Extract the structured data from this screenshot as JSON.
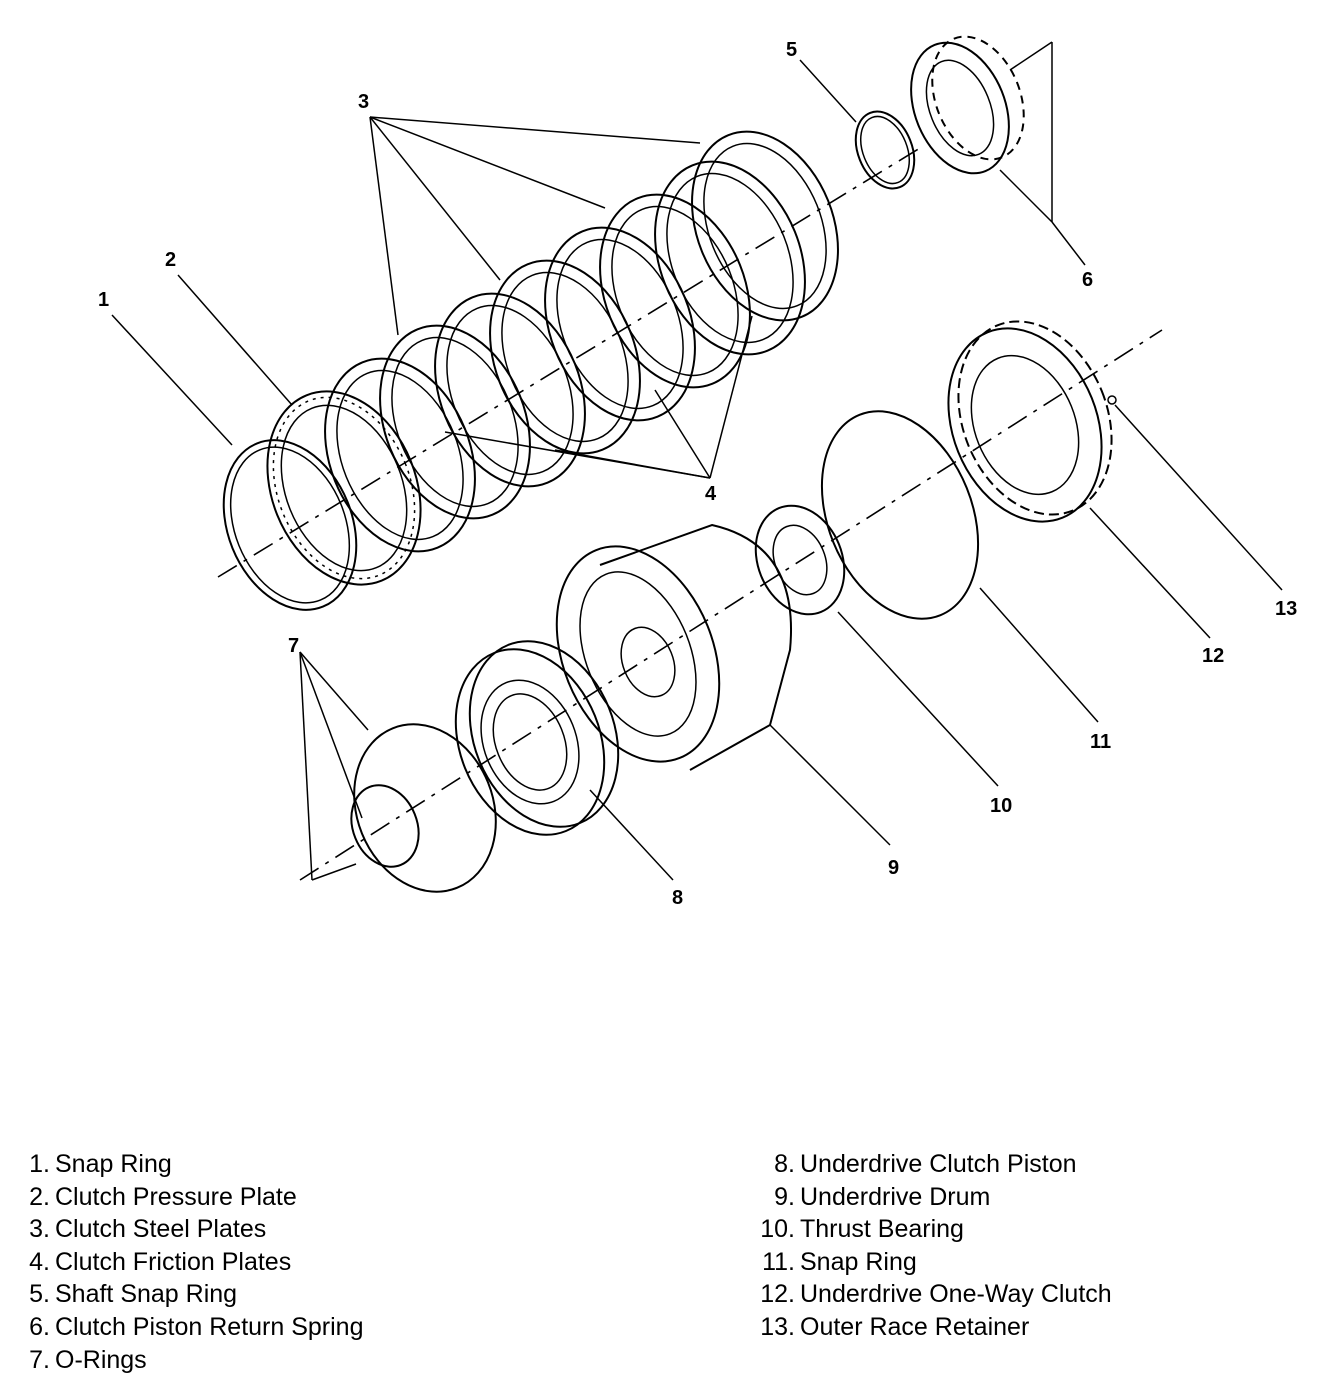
{
  "callouts": [
    "1",
    "2",
    "3",
    "4",
    "5",
    "6",
    "7",
    "8",
    "9",
    "10",
    "11",
    "12",
    "13"
  ],
  "legend": [
    {
      "num": "1.",
      "text": "Snap Ring"
    },
    {
      "num": "2.",
      "text": "Clutch Pressure Plate"
    },
    {
      "num": "3.",
      "text": "Clutch Steel Plates"
    },
    {
      "num": "4.",
      "text": "Clutch Friction Plates"
    },
    {
      "num": "5.",
      "text": "Shaft Snap Ring"
    },
    {
      "num": "6.",
      "text": "Clutch Piston Return Spring"
    },
    {
      "num": "7.",
      "text": "O-Rings"
    },
    {
      "num": "8.",
      "text": "Underdrive Clutch Piston"
    },
    {
      "num": "9.",
      "text": "Underdrive Drum"
    },
    {
      "num": "10.",
      "text": "Thrust Bearing"
    },
    {
      "num": "11.",
      "text": "Snap Ring"
    },
    {
      "num": "12.",
      "text": "Underdrive One-Way Clutch"
    },
    {
      "num": "13.",
      "text": "Outer Race Retainer"
    }
  ]
}
